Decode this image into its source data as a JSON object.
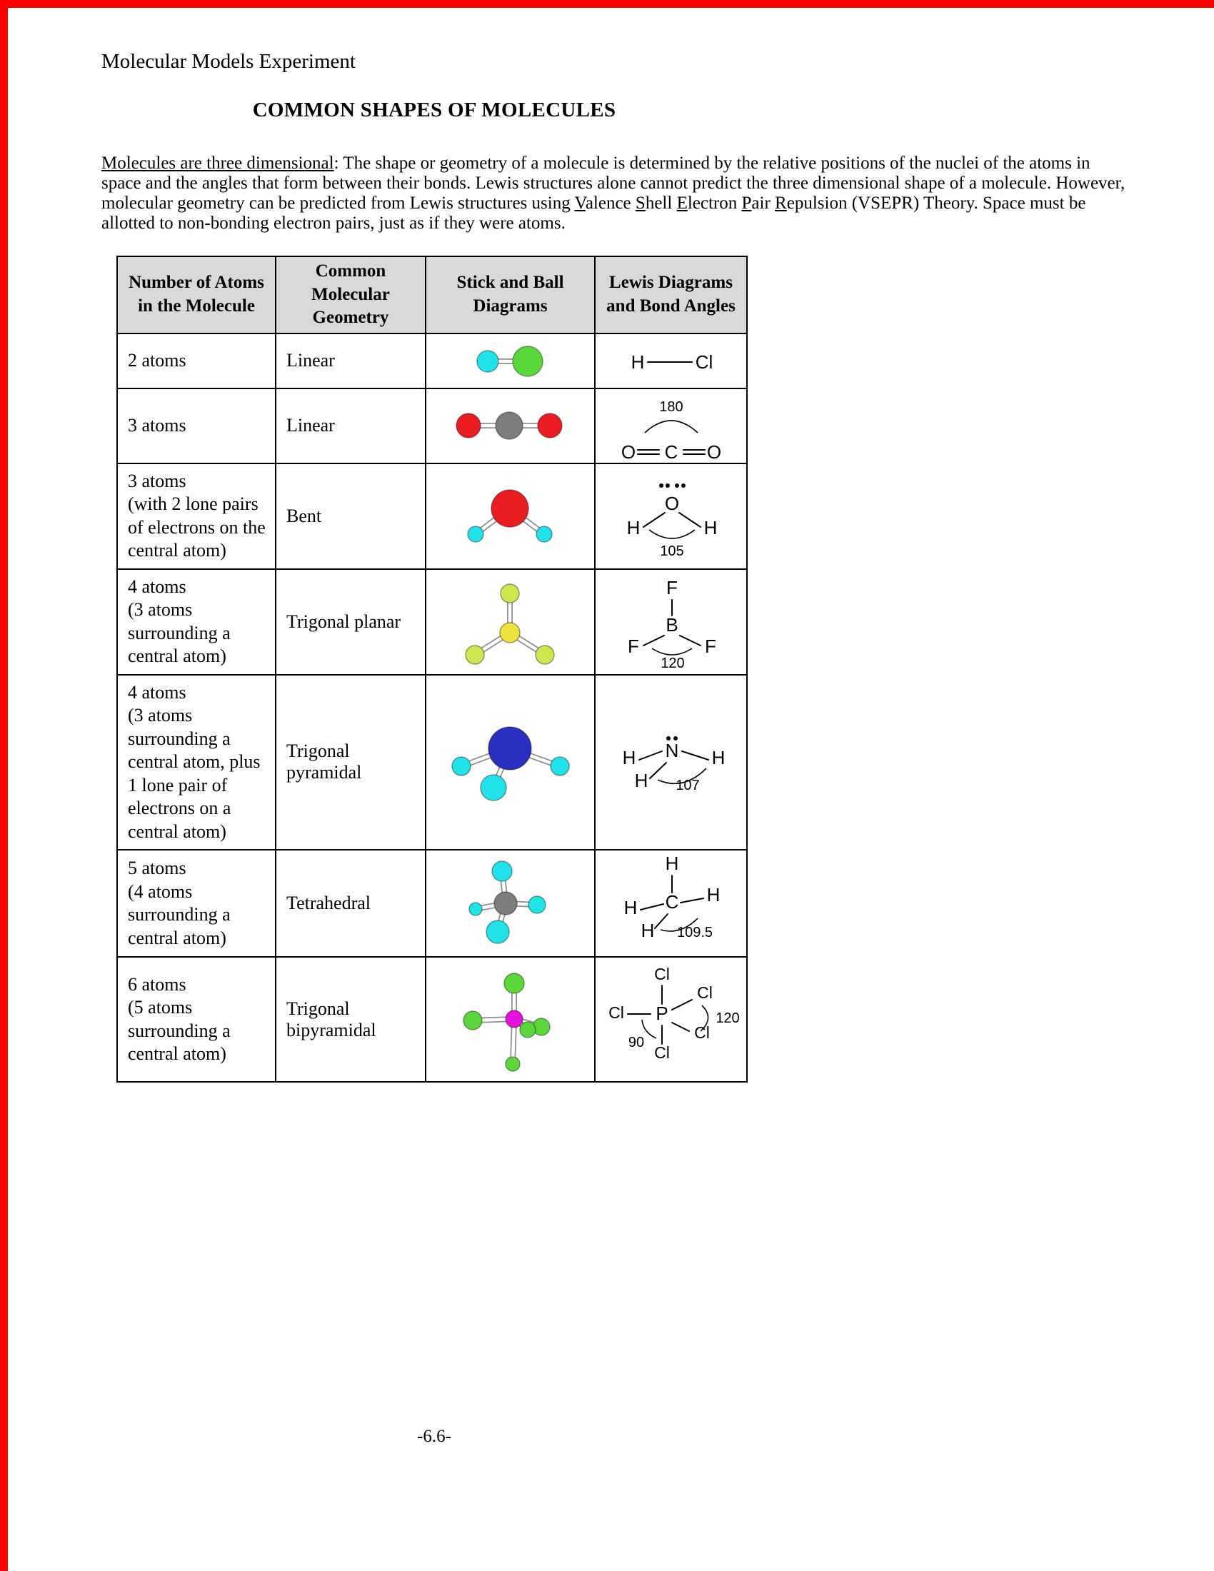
{
  "page": {
    "header": "Molecular Models Experiment",
    "title": "COMMON SHAPES OF MOLECULES",
    "footer": "-6.6-"
  },
  "intro": {
    "seg1": "Molecules are three dimensional",
    "seg2": ": The shape or geometry of a molecule is determined by the relative positions of the nuclei of the atoms in space and the angles that form between their bonds.  Lewis structures alone cannot predict the three dimensional shape of a molecule. However, molecular geometry can be predicted from Lewis structures using ",
    "seg3": "V",
    "seg4": "alence ",
    "seg5": "S",
    "seg6": "hell ",
    "seg7": "E",
    "seg8": "lectron ",
    "seg9": "P",
    "seg10": "air ",
    "seg11": "R",
    "seg12": "epulsion (VSEPR) Theory. Space must be allotted to non-bonding electron pairs, just as if they were atoms."
  },
  "colors": {
    "cyan": "#1fe3e8",
    "green": "#5ad73a",
    "red": "#ec1c24",
    "gray": "#7d7d7d",
    "yellow": "#efe23b",
    "yellow_green": "#cfe64e",
    "blue": "#2a2ec1",
    "magenta": "#e613dc",
    "header_bg": "#d9d9d9",
    "page_edge_red": "#ff0000"
  },
  "table": {
    "headers": [
      "Number of Atoms in the Molecule",
      "Common Molecular Geometry",
      "Stick and Ball Diagrams",
      "Lewis Diagrams and Bond Angles"
    ],
    "rows": [
      {
        "atoms": "2 atoms",
        "geometry": "Linear",
        "lewis": {
          "a1": "H",
          "a2": "Cl"
        }
      },
      {
        "atoms": "3 atoms",
        "geometry": "Linear",
        "lewis": {
          "angle": "180",
          "a1": "O",
          "a2": "C",
          "a3": "O"
        }
      },
      {
        "atoms": "3 atoms",
        "note": "(with 2 lone pairs of electrons on the central atom)",
        "geometry": "Bent",
        "lewis": {
          "center": "O",
          "a1": "H",
          "a2": "H",
          "angle": "105"
        }
      },
      {
        "atoms": "4 atoms",
        "note": "(3 atoms surrounding a central atom)",
        "geometry": "Trigonal planar",
        "lewis": {
          "center": "B",
          "a1": "F",
          "a2": "F",
          "a3": "F",
          "angle": "120"
        }
      },
      {
        "atoms": "4 atoms",
        "note": "(3 atoms surrounding a central atom, plus 1 lone pair of electrons on a central atom)",
        "geometry": "Trigonal pyramidal",
        "lewis": {
          "center": "N",
          "a1": "H",
          "a2": "H",
          "a3": "H",
          "angle": "107"
        }
      },
      {
        "atoms": "5 atoms",
        "note": "(4 atoms surrounding a central atom)",
        "geometry": "Tetrahedral",
        "lewis": {
          "center": "C",
          "a1": "H",
          "a2": "H",
          "a3": "H",
          "a4": "H",
          "angle": "109.5"
        }
      },
      {
        "atoms": "6 atoms",
        "note": "(5 atoms surrounding a central atom)",
        "geometry": "Trigonal bipyramidal",
        "lewis": {
          "center": "P",
          "a1": "Cl",
          "a2": "Cl",
          "a3": "Cl",
          "a4": "Cl",
          "a5": "Cl",
          "angle1": "90",
          "angle2": "120"
        }
      }
    ]
  }
}
